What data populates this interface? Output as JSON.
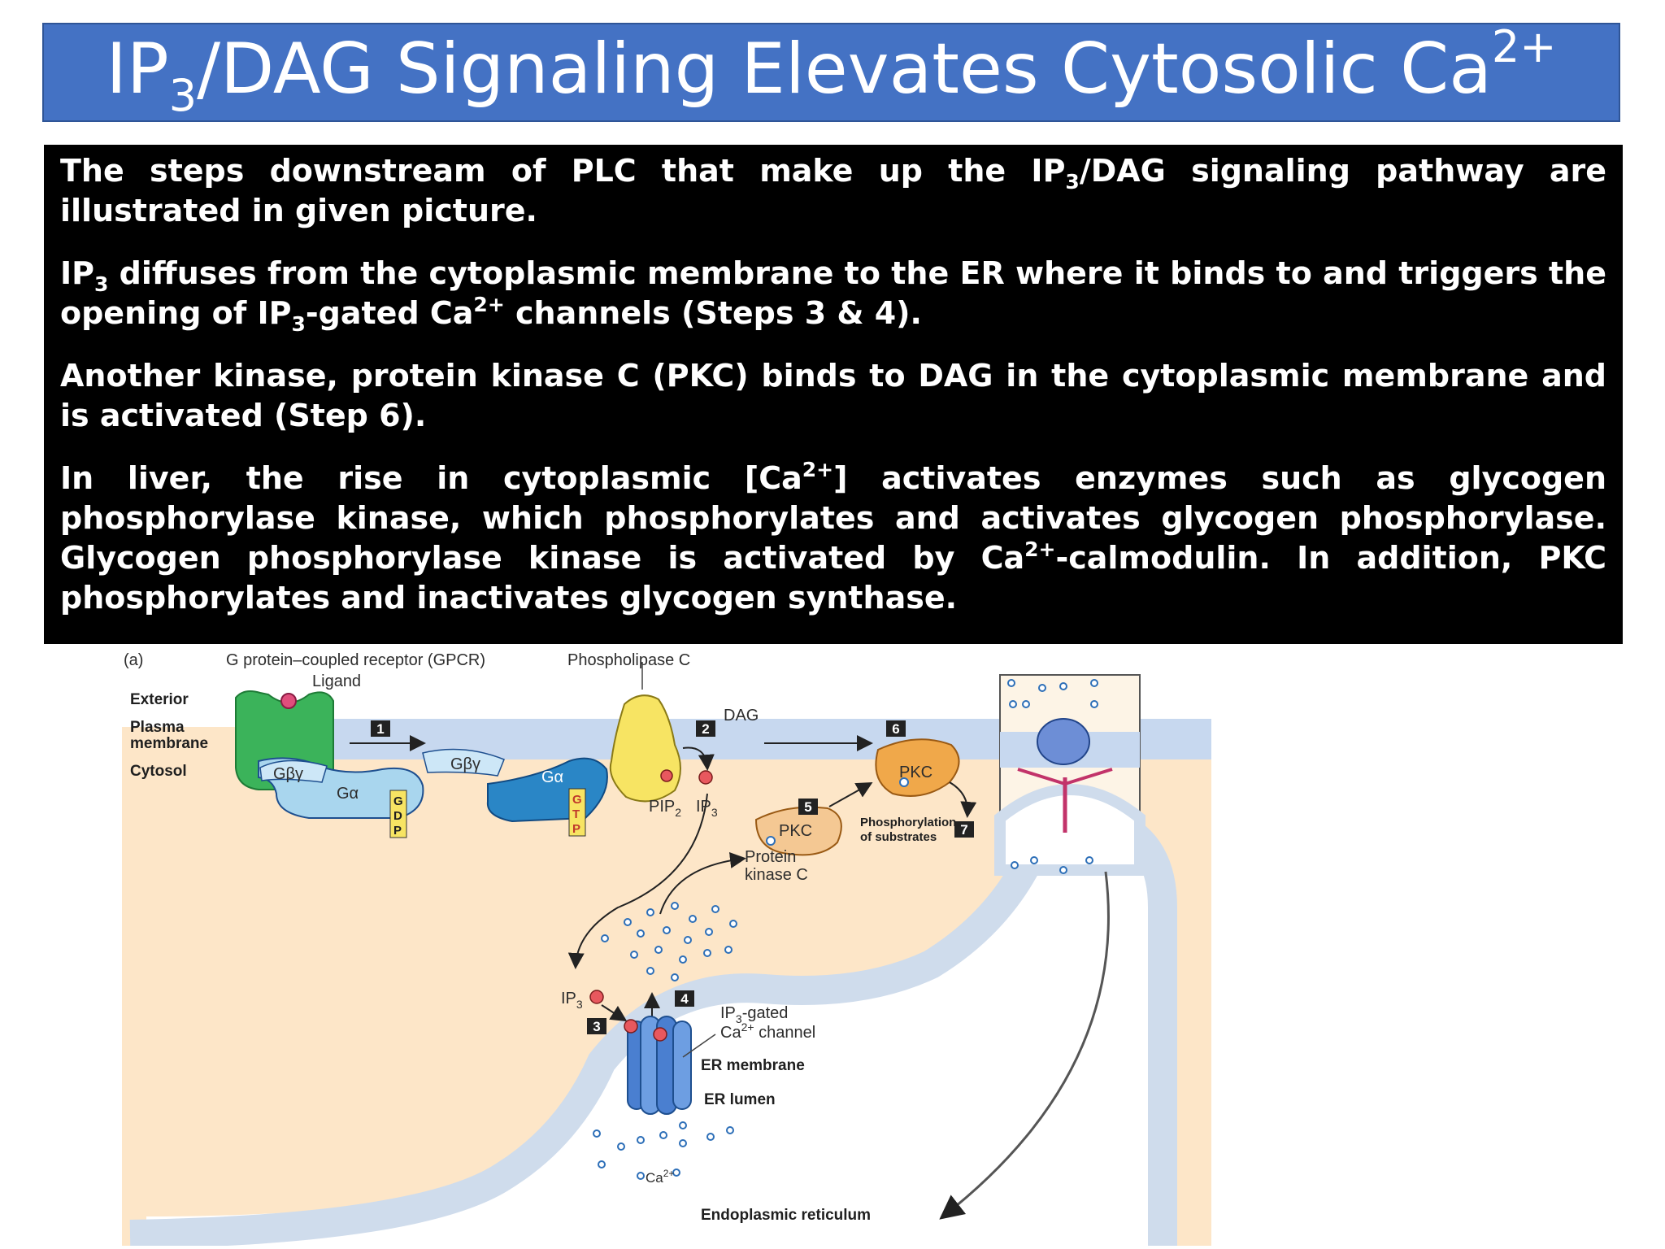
{
  "title": {
    "main": "IP",
    "sub": "3",
    "mid": "/DAG Signaling Elevates Cytosolic Ca",
    "sup": "2+"
  },
  "paragraphs": {
    "p1": {
      "a": "The steps downstream of PLC that make up the IP",
      "sub": "3",
      "b": "/DAG signaling pathway are illustrated in given picture."
    },
    "p2": {
      "a": "IP",
      "sub1": "3",
      "b": " diffuses from the cytoplasmic membrane to the ER where it binds to and triggers the opening of IP",
      "sub2": "3",
      "c": "-gated Ca",
      "sup": "2+",
      "d": " channels (Steps 3 & 4)."
    },
    "p3": {
      "a": "Another kinase, protein kinase C (PKC) binds to DAG in the cytoplasmic membrane and is activated (Step 6)."
    },
    "p4": {
      "a": " In liver, the rise in cytoplasmic [Ca",
      "sup1": "2+",
      "b": "] activates enzymes such as glycogen phosphorylase kinase, which phosphorylates and activates glycogen phosphorylase. Glycogen phosphorylase kinase is activated by Ca",
      "sup2": "2+",
      "c": "-calmodulin. In addition, PKC phosphorylates and inactivates glycogen synthase."
    }
  },
  "diagram": {
    "panel_label": "(a)",
    "gpcr_label": "G protein–coupled receptor (GPCR)",
    "ligand": "Ligand",
    "plc_label": "Phospholipase C",
    "exterior": "Exterior",
    "plasma_membrane_1": "Plasma",
    "plasma_membrane_2": "membrane",
    "cytosol": "Cytosol",
    "g_beta_gamma": "Gβγ",
    "g_alpha": "Gα",
    "gdp": [
      "G",
      "D",
      "P"
    ],
    "gtp": [
      "G",
      "T",
      "P"
    ],
    "pip2": "PIP",
    "pip2_sub": "2",
    "ip3_top": "IP",
    "ip3_top_sub": "3",
    "dag": "DAG",
    "pkc_active": "PKC",
    "pkc_inactive": "PKC",
    "protein_kinase_c_1": "Protein",
    "protein_kinase_c_2": "kinase C",
    "phosphorylation_1": "Phosphorylation",
    "phosphorylation_2": "of substrates",
    "ip3_er": "IP",
    "ip3_er_sub": "3",
    "channel_1": "IP",
    "channel_1_sub": "3",
    "channel_1_b": "-gated",
    "channel_2": "Ca",
    "channel_2_sup": "2+",
    "channel_2_b": " channel",
    "er_membrane": "ER membrane",
    "er_lumen": "ER lumen",
    "ca_label": "Ca",
    "ca_sup": "2+",
    "er_label": "Endoplasmic reticulum",
    "steps": [
      "1",
      "2",
      "3",
      "4",
      "5",
      "6",
      "7"
    ]
  },
  "colors": {
    "title_bg": "#4472c4",
    "text_bg": "#000000",
    "cytosol": "#fde6c8",
    "membrane": "#c7d8ef",
    "er_membrane": "#cfdcec",
    "g_protein": "#a9d6ee",
    "plc": "#f7e463",
    "pkc": "#f0b568",
    "gpcr": "#3bb35a",
    "ip3": "#e8585e",
    "calcium": "#2d6fb8"
  }
}
